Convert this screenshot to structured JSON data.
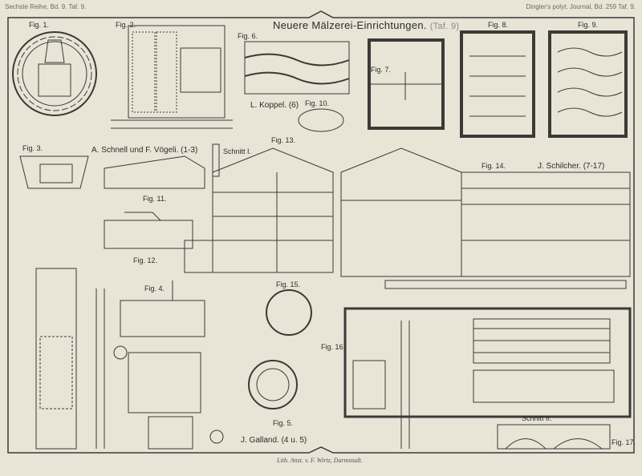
{
  "header": {
    "left": "Sechste Reihe, Bd. 9. Taf. 9.",
    "right": "Dingler's polyt. Journal, Bd. 259 Taf. 9."
  },
  "title": {
    "main": "Neuere Mälzerei-Einrichtungen.",
    "sub": "(Taf. 9)"
  },
  "authors": {
    "koppel": "L. Koppel. (6)",
    "schnell": "A. Schnell und F. Vögeli. (1-3)",
    "schilcher": "J. Schilcher. (7-17)",
    "galland": "J. Galland. (4 u. 5)"
  },
  "figures": {
    "fig1": "Fig. 1.",
    "fig2": "Fig. 2.",
    "fig3": "Fig. 3.",
    "fig4": "Fig. 4.",
    "fig5": "Fig. 5.",
    "fig6": "Fig. 6.",
    "fig7": "Fig. 7.",
    "fig8": "Fig. 8.",
    "fig9": "Fig. 9.",
    "fig10": "Fig. 10.",
    "fig11": "Fig. 11.",
    "fig12": "Fig. 12.",
    "fig13": "Fig. 13.",
    "fig14": "Fig. 14.",
    "fig15": "Fig. 15.",
    "fig16": "Fig. 16.",
    "fig17": "Fig. 17.",
    "schnitt1": "Schnitt I.",
    "schnitt2": "Schnitt II."
  },
  "imprint": "Lith. Anst. v. F. Wirtz, Darmstadt."
}
